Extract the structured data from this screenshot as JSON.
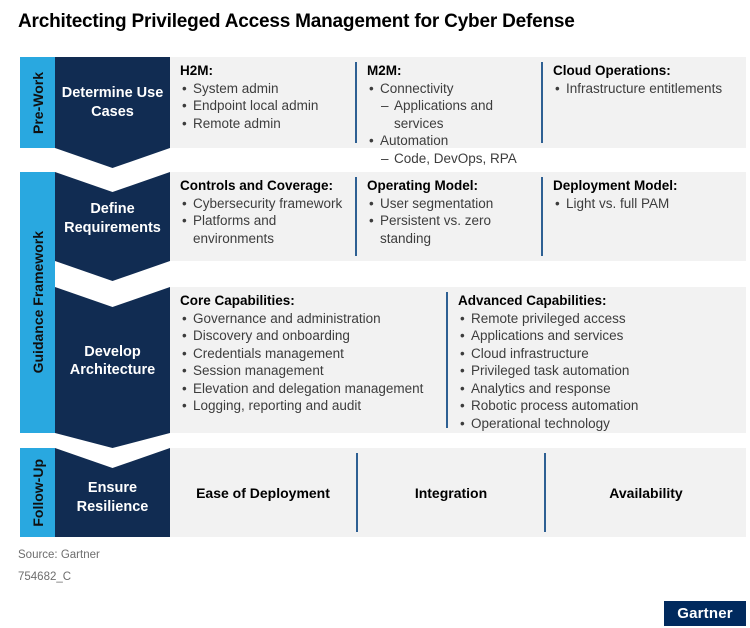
{
  "title": "Architecting Privileged Access Management for Cyber Defense",
  "colors": {
    "phase_strip_blue": "#29a8e0",
    "chevron_navy": "#112c52",
    "panel_gray": "#f2f2f2",
    "divider_blue": "#2e6093",
    "logo_navy": "#012a5e"
  },
  "phases": [
    {
      "label": "Pre-Work"
    },
    {
      "label": "Guidance Framework"
    },
    {
      "label": "Follow-Up"
    }
  ],
  "rows": [
    {
      "step": "Determine Use Cases",
      "columns": [
        {
          "heading": "H2M:",
          "items": [
            {
              "t": "System admin",
              "level": 1
            },
            {
              "t": "Endpoint local admin",
              "level": 1
            },
            {
              "t": "Remote admin",
              "level": 1
            }
          ]
        },
        {
          "heading": "M2M:",
          "items": [
            {
              "t": "Connectivity",
              "level": 1
            },
            {
              "t": "Applications and services",
              "level": 2
            },
            {
              "t": "Automation",
              "level": 1
            },
            {
              "t": "Code, DevOps, RPA",
              "level": 2
            }
          ]
        },
        {
          "heading": "Cloud Operations:",
          "items": [
            {
              "t": "Infrastructure entitlements",
              "level": 1
            }
          ]
        }
      ]
    },
    {
      "step": "Define Requirements",
      "columns": [
        {
          "heading": "Controls and Coverage:",
          "items": [
            {
              "t": "Cybersecurity framework",
              "level": 1
            },
            {
              "t": "Platforms and environments",
              "level": 1
            }
          ]
        },
        {
          "heading": "Operating Model:",
          "items": [
            {
              "t": "User segmentation",
              "level": 1
            },
            {
              "t": "Persistent vs. zero standing",
              "level": 1
            }
          ]
        },
        {
          "heading": "Deployment Model:",
          "items": [
            {
              "t": "Light vs. full PAM",
              "level": 1
            }
          ]
        }
      ]
    },
    {
      "step": "Develop Architecture",
      "columns": [
        {
          "heading": "Core Capabilities:",
          "items": [
            {
              "t": "Governance and administration",
              "level": 1
            },
            {
              "t": "Discovery and onboarding",
              "level": 1
            },
            {
              "t": "Credentials management",
              "level": 1
            },
            {
              "t": "Session management",
              "level": 1
            },
            {
              "t": "Elevation and delegation management",
              "level": 1
            },
            {
              "t": "Logging, reporting and audit",
              "level": 1
            }
          ]
        },
        {
          "heading": "Advanced Capabilities:",
          "items": [
            {
              "t": "Remote privileged access",
              "level": 1
            },
            {
              "t": "Applications and services",
              "level": 1
            },
            {
              "t": "Cloud infrastructure",
              "level": 1
            },
            {
              "t": "Privileged task automation",
              "level": 1
            },
            {
              "t": "Analytics and response",
              "level": 1
            },
            {
              "t": "Robotic process automation",
              "level": 1
            },
            {
              "t": "Operational technology",
              "level": 1
            }
          ]
        }
      ]
    },
    {
      "step": "Ensure Resilience",
      "columns": [
        {
          "label": "Ease of Deployment"
        },
        {
          "label": "Integration"
        },
        {
          "label": "Availability"
        }
      ]
    }
  ],
  "footer": {
    "source": "Source: Gartner",
    "code": "754682_C",
    "logo_text": "Gartner"
  }
}
